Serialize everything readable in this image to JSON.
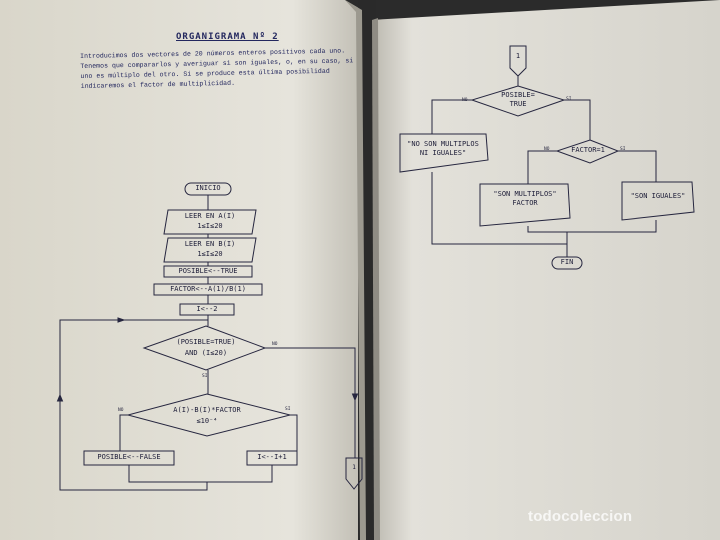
{
  "left_page": {
    "heading": "ORGANIGRAMA Nº 2",
    "intro_lines": [
      "Introducimos dos vectores de 20 números enteros positivos cada uno.",
      "Tenemos que compararlos y averiguar si son iguales, o, en su caso, si",
      "uno es múltiplo del otro. Si se produce esta última posibilidad",
      "indicaremos el factor de multiplicidad."
    ]
  },
  "left_flowchart": {
    "start": "INICIO",
    "read_a": [
      "LEER EN A(I)",
      "1≤I≤20"
    ],
    "read_b": [
      "LEER EN B(I)",
      "1≤I≤20"
    ],
    "posible_true": "POSIBLE<--TRUE",
    "factor": "FACTOR<--A(1)/B(1)",
    "i_init": "I<--2",
    "loop_condition": [
      "(POSIBLE=TRUE)",
      "AND (I≤20)"
    ],
    "multiple_check": [
      "A(I)-B(I)*FACTOR",
      "≤10⁻⁴"
    ],
    "posible_false": "POSIBLE<--FALSE",
    "i_increment": "I<--I+1",
    "no": "NO",
    "si": "SI",
    "connector": "1"
  },
  "right_flowchart": {
    "connector": "1",
    "posible_check": [
      "POSIBLE=",
      "TRUE"
    ],
    "not_multiples": [
      "\"NO SON MULTIPLOS",
      "NI IGUALES\""
    ],
    "factor_check": "FACTOR=1",
    "multiples": [
      "\"SON MULTIPLOS\"",
      "FACTOR"
    ],
    "equal": "\"SON IGUALES\"",
    "end": "FIN",
    "no": "NO",
    "si": "SI"
  },
  "watermark": "todocoleccion"
}
